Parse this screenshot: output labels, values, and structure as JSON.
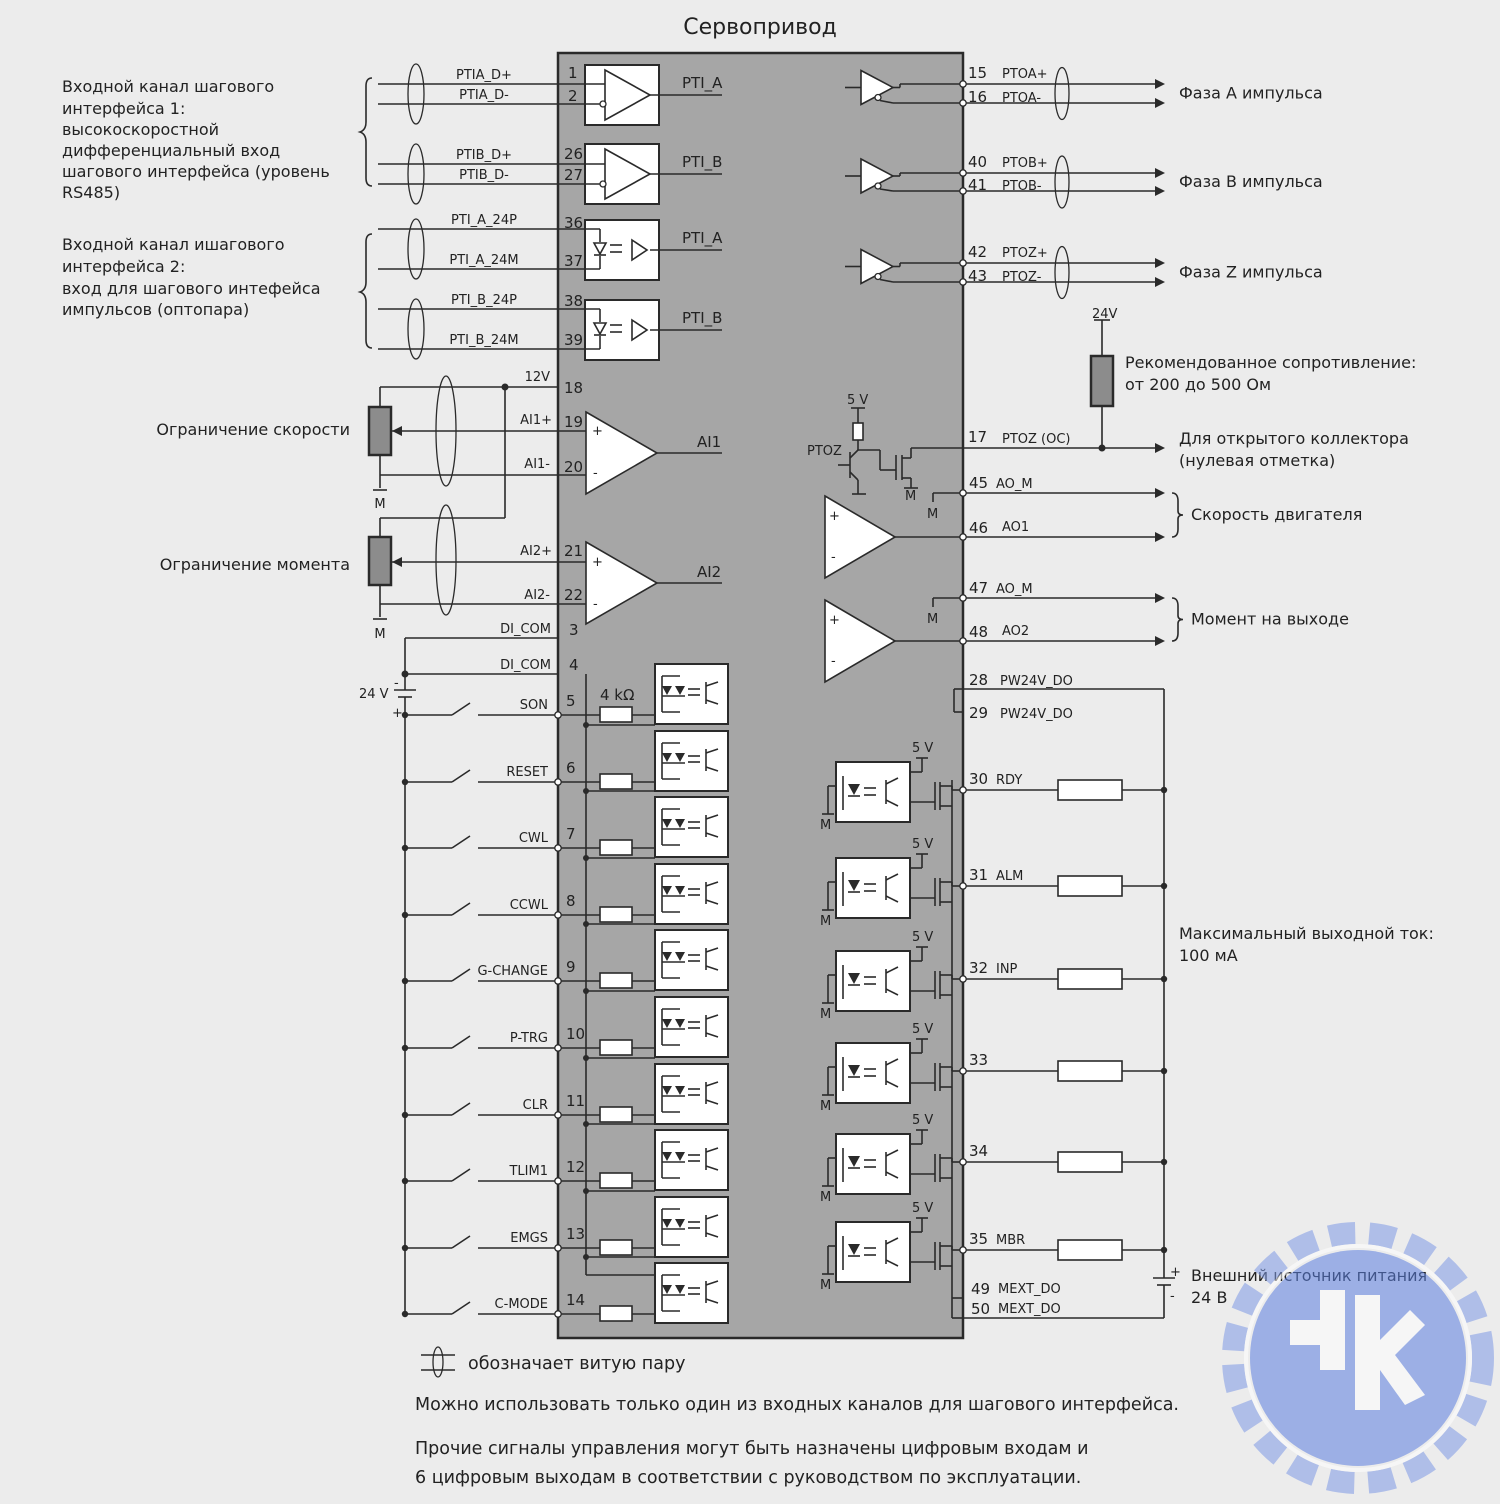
{
  "title": "Сервопривод",
  "left_groups": {
    "g1": [
      "Входной канал шагового",
      "интерфейса 1:",
      "высокоскоростной",
      "дифференциальный вход",
      "шагового интерфейса (уровень",
      "RS485)"
    ],
    "g2": [
      "Входной канал ишагового",
      "интерфейса 2:",
      "вход для шагового интефейса",
      "импульсов (оптопара)"
    ]
  },
  "speed_limit": "Ограничение скорости",
  "torque_limit": "Ограничение момента",
  "ground_label": "M",
  "supply_24v": "24 V",
  "resistor_4k": "4 kΩ",
  "five_v": "5 V",
  "pulse_inputs": [
    {
      "pin_a": "1",
      "pin_b": "2",
      "sig_a": "PTIA_D+",
      "sig_b": "PTIA_D-",
      "out": "PTI_A"
    },
    {
      "pin_a": "26",
      "pin_b": "27",
      "sig_a": "PTIB_D+",
      "sig_b": "PTIB_D-",
      "out": "PTI_B"
    },
    {
      "pin_a": "36",
      "pin_b": "37",
      "sig_a": "PTI_A_24P",
      "sig_b": "PTI_A_24M",
      "out": "PTI_A"
    },
    {
      "pin_a": "38",
      "pin_b": "39",
      "sig_a": "PTI_B_24P",
      "sig_b": "PTI_B_24M",
      "out": "PTI_B"
    }
  ],
  "analog_inputs": {
    "p12v": {
      "pin": "18",
      "label": "12V"
    },
    "ai1p": {
      "pin": "19",
      "label": "AI1+"
    },
    "ai1m": {
      "pin": "20",
      "label": "AI1-"
    },
    "ai1out": "AI1",
    "ai2p": {
      "pin": "21",
      "label": "AI2+"
    },
    "ai2m": {
      "pin": "22",
      "label": "AI2-"
    },
    "ai2out": "AI2"
  },
  "di_com": [
    {
      "pin": "3",
      "label": "DI_COM"
    },
    {
      "pin": "4",
      "label": "DI_COM"
    }
  ],
  "digital_inputs": [
    {
      "pin": "5",
      "label": "SON"
    },
    {
      "pin": "6",
      "label": "RESET"
    },
    {
      "pin": "7",
      "label": "CWL"
    },
    {
      "pin": "8",
      "label": "CCWL"
    },
    {
      "pin": "9",
      "label": "G-CHANGE"
    },
    {
      "pin": "10",
      "label": "P-TRG"
    },
    {
      "pin": "11",
      "label": "CLR"
    },
    {
      "pin": "12",
      "label": "TLIM1"
    },
    {
      "pin": "13",
      "label": "EMGS"
    },
    {
      "pin": "14",
      "label": "C-MODE"
    }
  ],
  "pulse_outputs": [
    {
      "pin_a": "15",
      "sig_a": "PTOA+",
      "pin_b": "16",
      "sig_b": "PTOA-",
      "desc": "Фаза А импульса"
    },
    {
      "pin_a": "40",
      "sig_a": "PTOB+",
      "pin_b": "41",
      "sig_b": "PTOB-",
      "desc": "Фаза В импульса"
    },
    {
      "pin_a": "42",
      "sig_a": "PTOZ+",
      "pin_b": "43",
      "sig_b": "PTOZ-",
      "desc": "Фаза Z импульса"
    }
  ],
  "ptoz_oc": {
    "supply": "24V",
    "resistor_note": [
      "Рекомендованное сопротивление:",
      "от 200 до 500 Ом"
    ],
    "five_v": "5 V",
    "transistor_label": "PTOZ",
    "pin": "17",
    "label": "PTOZ (OC)",
    "desc": [
      "Для открытого коллектора",
      "(нулевая отметка)"
    ]
  },
  "analog_outputs": [
    {
      "pin_m": "45",
      "label_m": "AO_M",
      "pin_o": "46",
      "label_o": "AO1",
      "desc": "Скорость двигателя"
    },
    {
      "pin_m": "47",
      "label_m": "AO_M",
      "pin_o": "48",
      "label_o": "AO2",
      "desc": "Момент на выходе"
    }
  ],
  "pw24": [
    {
      "pin": "28",
      "label": "PW24V_DO"
    },
    {
      "pin": "29",
      "label": "PW24V_DO"
    }
  ],
  "digital_outputs": [
    {
      "pin": "30",
      "label": "RDY"
    },
    {
      "pin": "31",
      "label": "ALM"
    },
    {
      "pin": "32",
      "label": "INP"
    },
    {
      "pin": "33",
      "label": ""
    },
    {
      "pin": "34",
      "label": ""
    },
    {
      "pin": "35",
      "label": "MBR"
    }
  ],
  "mext": [
    {
      "pin": "49",
      "label": "MEXT_DO"
    },
    {
      "pin": "50",
      "label": "MEXT_DO"
    }
  ],
  "max_current": [
    "Максимальный выходной ток:",
    "100 мА"
  ],
  "ext_supply": [
    "Внешний источник питания",
    "24 В"
  ],
  "footnotes": {
    "twisted_pair": "обозначает витую пару",
    "line1": "Можно использовать только один из входных каналов для шагового интерфейса.",
    "line2": "Прочие сигналы управления могут быть назначены цифровым входам и",
    "line3": "6 цифровым выходам в соответствии с руководством по эксплуатации."
  },
  "colors": {
    "block": "#a6a6a6",
    "background": "#ececec",
    "logo": "#5b7fe0"
  }
}
